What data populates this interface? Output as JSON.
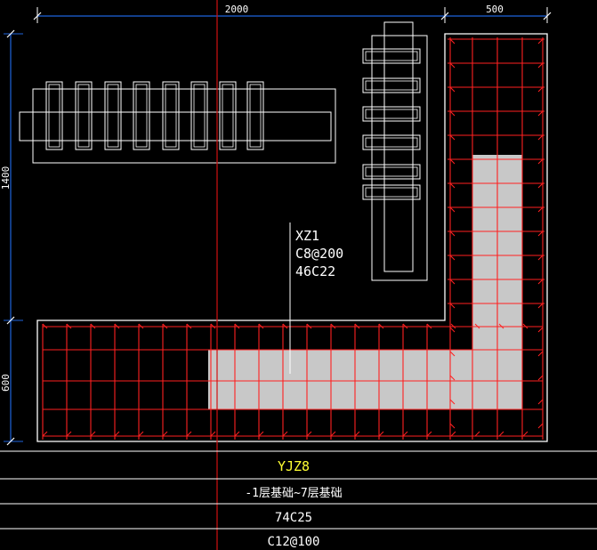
{
  "dimensions": {
    "top_left": "2000",
    "top_right": "500",
    "left_upper": "1400",
    "left_lower": "600"
  },
  "label": {
    "name": "XZ1",
    "stirrup": "C8@200",
    "bars": "46C22"
  },
  "table": {
    "name": "YJZ8",
    "floors": "-1层基础~7层基础",
    "main_bars": "74C25",
    "stirrups": "C12@100"
  },
  "colors": {
    "background": "#000000",
    "dimension": "#1e64dc",
    "rebar": "#ff2020",
    "outline": "#ffffff",
    "core_fill": "#c8c8c8",
    "axis": "#d01010",
    "title": "#ffff33"
  }
}
